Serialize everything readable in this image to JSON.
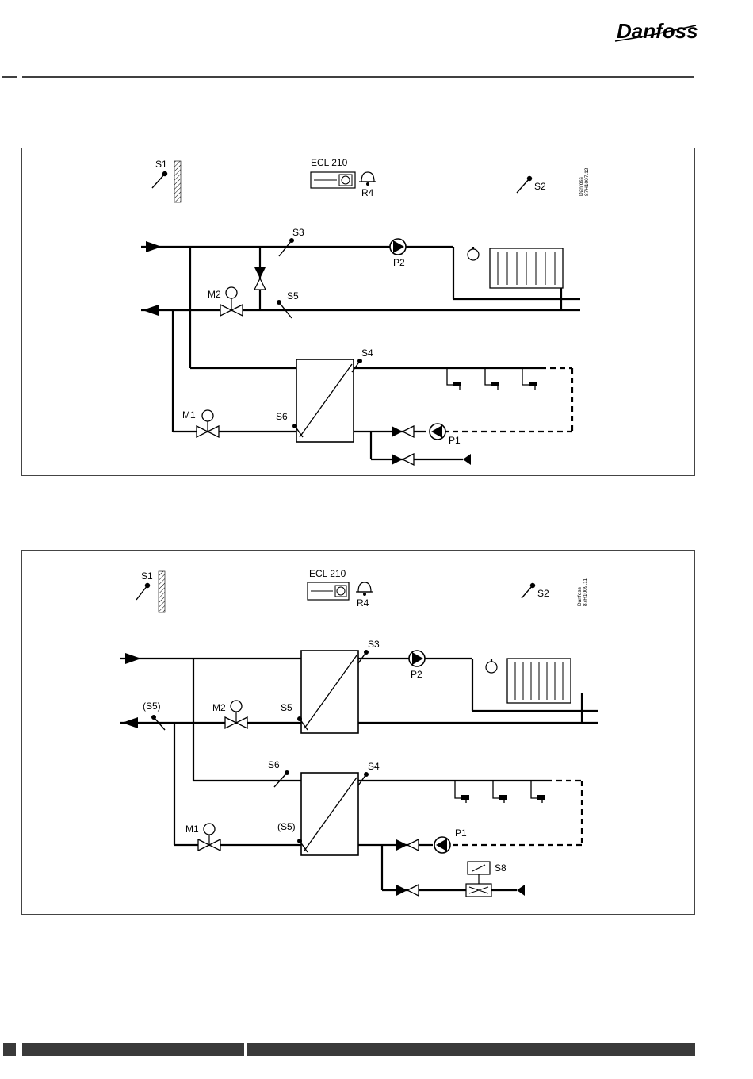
{
  "brand": {
    "logo_text": "Danfoss"
  },
  "diagram1": {
    "controller": "ECL 210",
    "drawing_code": "Danfoss\n87H1007.12",
    "labels": {
      "s1": "S1",
      "s2": "S2",
      "s3": "S3",
      "s4": "S4",
      "s5": "S5",
      "s6": "S6",
      "m1": "M1",
      "m2": "M2",
      "p1": "P1",
      "p2": "P2",
      "r4": "R4"
    }
  },
  "diagram2": {
    "controller": "ECL 210",
    "drawing_code": "Danfoss\n87H1009.11",
    "labels": {
      "s1": "S1",
      "s2": "S2",
      "s3": "S3",
      "s4": "S4",
      "s5": "S5",
      "s5_bracket_left": "(S5)",
      "s5_bracket_lower": "(S5)",
      "s6": "S6",
      "s8": "S8",
      "m1": "M1",
      "m2": "M2",
      "p1": "P1",
      "p2": "P2",
      "r4": "R4"
    }
  }
}
